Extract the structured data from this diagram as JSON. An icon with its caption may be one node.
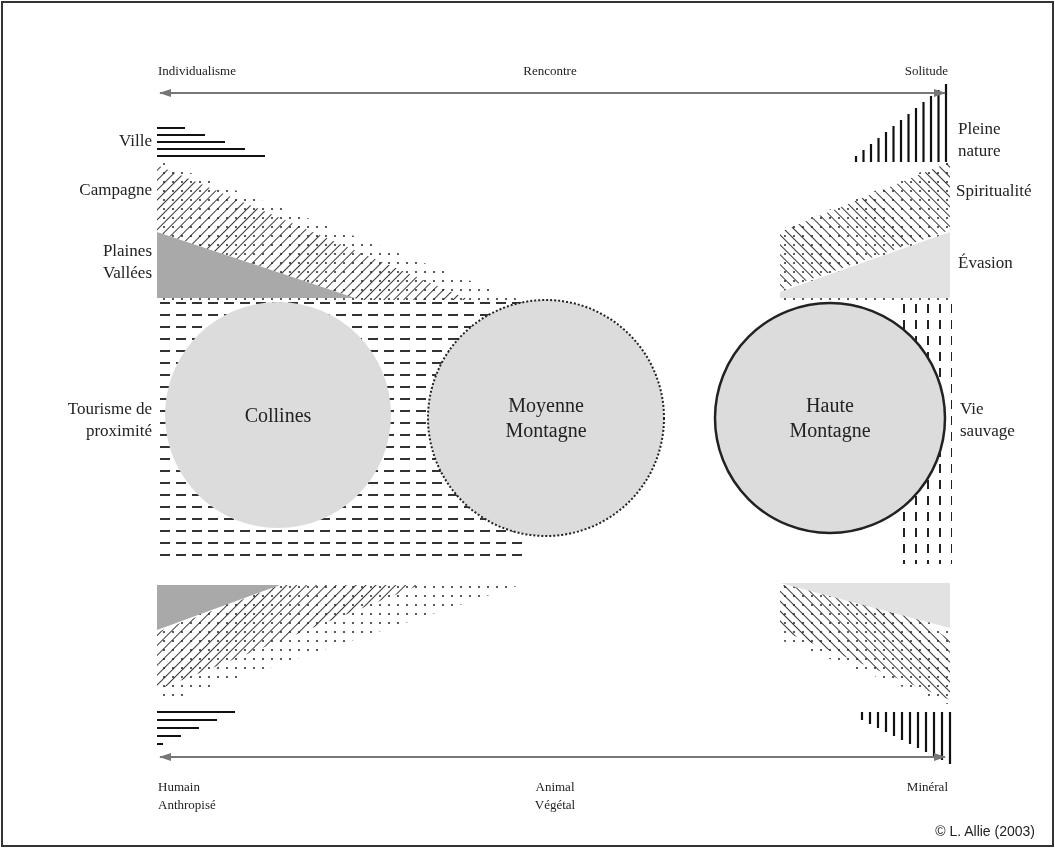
{
  "diagram": {
    "nodes": [
      {
        "text": [
          "Collines"
        ]
      },
      {
        "text": [
          "Moyenne Montagne"
        ]
      },
      {
        "text": [
          "Haute Montagne"
        ]
      }
    ],
    "labels": [
      "Individualisme",
      "Rencontre",
      "Solitude",
      "Ville",
      "Pleine nature",
      "Campagne",
      "Spiritualité",
      "Plaines Vallées",
      "Évasion",
      "Tourisme de proximité",
      "Vie sauvage",
      "Humain Anthropisé",
      "Animal Végétal",
      "Minéral",
      "© L. Allie (2003)"
    ]
  }
}
